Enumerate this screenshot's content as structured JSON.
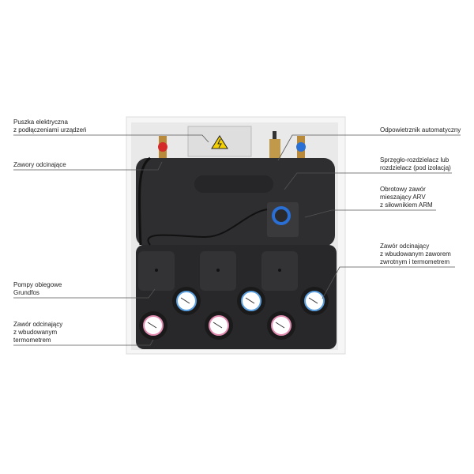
{
  "labels_left": [
    {
      "lines": [
        "Puszka elektryczna",
        "z podłączeniami urządzeń"
      ]
    },
    {
      "lines": [
        "Zawory odcinające"
      ]
    },
    {
      "lines": [
        "Pompy obiegowe",
        "Grundfos"
      ]
    },
    {
      "lines": [
        "Zawór odcinający",
        "z wbudowanym",
        "termometrem"
      ]
    }
  ],
  "labels_right": [
    {
      "lines": [
        "Odpowietrznik automatyczny"
      ]
    },
    {
      "lines": [
        "Sprzęgło-rozdzielacz lub",
        "rozdzielacz (pod izolacją)"
      ]
    },
    {
      "lines": [
        "Obrotowy zawór",
        "mieszający ARV",
        "z siłownikiem ARM"
      ]
    },
    {
      "lines": [
        "Zawór odcinający",
        "z wbudowanym zaworem",
        "zwrotnym i termometrem"
      ]
    }
  ],
  "colors": {
    "red_valve": "#d42a2a",
    "blue_valve": "#2a6fd4",
    "insulation": "#2b2b2d",
    "cabinet": "#f2f2f2",
    "warning": "#f5d000"
  }
}
